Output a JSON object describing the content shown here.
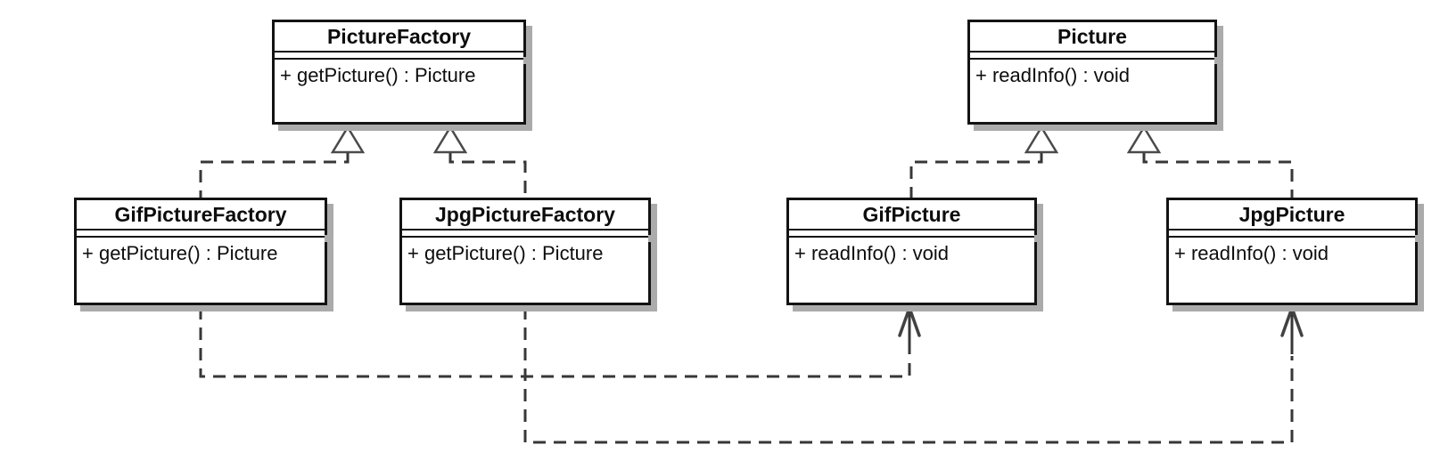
{
  "diagram": {
    "type": "uml-class-diagram",
    "classes": [
      {
        "name": "PictureFactory",
        "attributes": [],
        "methods": [
          "+ getPicture() : Picture"
        ]
      },
      {
        "name": "Picture",
        "attributes": [],
        "methods": [
          "+ readInfo() : void"
        ]
      },
      {
        "name": "GifPictureFactory",
        "attributes": [],
        "methods": [
          "+ getPicture() : Picture"
        ]
      },
      {
        "name": "JpgPictureFactory",
        "attributes": [],
        "methods": [
          "+ getPicture() : Picture"
        ]
      },
      {
        "name": "GifPicture",
        "attributes": [],
        "methods": [
          "+ readInfo() : void"
        ]
      },
      {
        "name": "JpgPicture",
        "attributes": [],
        "methods": [
          "+ readInfo() : void"
        ]
      }
    ],
    "relationships": [
      {
        "type": "realization",
        "from": "GifPictureFactory",
        "to": "PictureFactory"
      },
      {
        "type": "realization",
        "from": "JpgPictureFactory",
        "to": "PictureFactory"
      },
      {
        "type": "realization",
        "from": "GifPicture",
        "to": "Picture"
      },
      {
        "type": "realization",
        "from": "JpgPicture",
        "to": "Picture"
      },
      {
        "type": "dependency",
        "from": "GifPictureFactory",
        "to": "GifPicture"
      },
      {
        "type": "dependency",
        "from": "JpgPictureFactory",
        "to": "JpgPicture"
      }
    ],
    "colors": {
      "border": "#131313",
      "line": "#373737",
      "shadow": "#ababab",
      "background": "#ffffff",
      "text": "#0d0d0d"
    }
  }
}
